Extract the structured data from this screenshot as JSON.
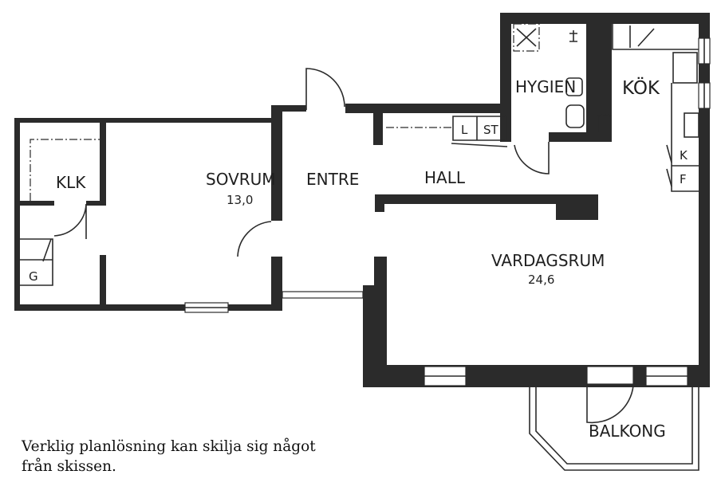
{
  "rooms": {
    "klk": {
      "name": "KLK"
    },
    "sovrum": {
      "name": "SOVRUM",
      "area": "13,0"
    },
    "entre": {
      "name": "ENTRE"
    },
    "hall": {
      "name": "HALL"
    },
    "hygien": {
      "name": "HYGIEN"
    },
    "kok": {
      "name": "KÖK"
    },
    "vardagsrum": {
      "name": "VARDAGSRUM",
      "area": "24,6"
    },
    "balkong": {
      "name": "BALKONG"
    }
  },
  "fixtures": {
    "g": "G",
    "l": "L",
    "st": "ST",
    "k": "K",
    "f": "F"
  },
  "note": {
    "line1": "Verklig planlösning kan skilja sig något",
    "line2": "från skissen."
  }
}
